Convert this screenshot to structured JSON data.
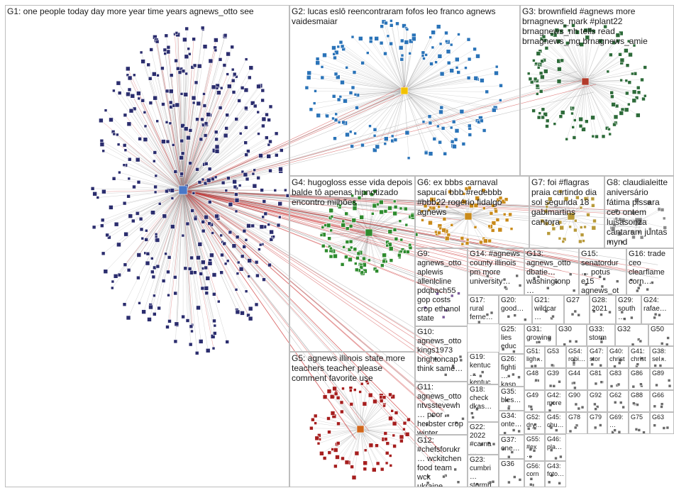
{
  "groups": [
    {
      "id": "G1",
      "label": "G1: one people today day more year time years agnews_otto see",
      "color": "#2b2d6e"
    },
    {
      "id": "G2",
      "label": "G2: lucas eslô reencontraram fofos leo franco agnews vaidesmaiar",
      "color": "#2a73b8"
    },
    {
      "id": "G3",
      "label": "G3: brownfield #agnews more brnagnews_mark #plant22 brnagnews_nh tells read brnagnews_mg brnagnews_amie",
      "color": "#2e6b3a"
    },
    {
      "id": "G4",
      "label": "G4: hugogloss esse vida depois balde tô apenas hipnotizado encontro milhões",
      "color": "#2e8b2e"
    },
    {
      "id": "G5",
      "label": "G5: agnews illinois state more teachers teacher please comment favorite use",
      "color": "#a61e1e"
    },
    {
      "id": "G6",
      "label": "G6: ex bbbs carnaval sapucaí bbb #redebbb #bbb22 rogério fidalgo agnews",
      "color": "#c98a1a"
    },
    {
      "id": "G7",
      "label": "G7: foi #flagras praia curtindo dia sol segunda 18 gabimartins cantora",
      "color": "#b89a3a"
    },
    {
      "id": "G8",
      "label": "G8: claudialeitte aniversário fátima pissara ceo ontem luisasonza cantaram juntas mynd",
      "color": "#8a8a8a"
    },
    {
      "id": "G9",
      "label": "G9: agnews_otto aplewis allenlcline pdqbach55 gop costs crop ethanol state",
      "color": "#7a5a9a"
    },
    {
      "id": "G10",
      "label": "G10: agnews_otto kings1973 brightoncap think same…",
      "color": "#6a6a6a"
    },
    {
      "id": "G11",
      "label": "G11: agnews_otto ntvsstevewh… poor herbster crop winter…",
      "color": "#6a6a6a"
    },
    {
      "id": "G12",
      "label": "G12: #chefsforukr… wckitchen food team wck ukraine…",
      "color": "#6a6a6a"
    },
    {
      "id": "G13",
      "label": "G13: agnews_otto dbatie… washingtonp…",
      "color": "#6a6a6a"
    },
    {
      "id": "G14",
      "label": "G14: #agnews county illinois pm more university…",
      "color": "#6a6a6a"
    },
    {
      "id": "G15",
      "label": "G15: senatordur… potus e15 agnews_ot…",
      "color": "#6a6a6a"
    },
    {
      "id": "G16",
      "label": "G16: trade ceo clearflame corn…",
      "color": "#6a6a6a"
    },
    {
      "id": "G17",
      "label": "G17: rural ferne…",
      "color": "#6a6a6a"
    },
    {
      "id": "G18",
      "label": "G18: check dkas…",
      "color": "#6a6a6a"
    },
    {
      "id": "G19",
      "label": "G19: kentuc… kentuc…",
      "color": "#6a6a6a"
    },
    {
      "id": "G20",
      "label": "G20: good…",
      "color": "#6a6a6a"
    },
    {
      "id": "G21",
      "label": "G21: wildcar…",
      "color": "#6a6a6a"
    },
    {
      "id": "G22",
      "label": "G22: 2022 #carna…",
      "color": "#6a6a6a"
    },
    {
      "id": "G23",
      "label": "G23: cumbri… stormh…",
      "color": "#6a6a6a"
    },
    {
      "id": "G24",
      "label": "G24: rafae…",
      "color": "#6a6a6a"
    },
    {
      "id": "G25",
      "label": "G25: lies educ…",
      "color": "#6a6a6a"
    },
    {
      "id": "G26",
      "label": "G26: fighti… kasp…",
      "color": "#6a6a6a"
    },
    {
      "id": "G27",
      "label": "G27",
      "color": "#6a6a6a"
    },
    {
      "id": "G28",
      "label": "G28: 2021",
      "color": "#6a6a6a"
    },
    {
      "id": "G29",
      "label": "G29: south…",
      "color": "#6a6a6a"
    },
    {
      "id": "G30",
      "label": "G30",
      "color": "#6a6a6a"
    },
    {
      "id": "G31",
      "label": "G31: growing",
      "color": "#6a6a6a"
    },
    {
      "id": "G32",
      "label": "G32",
      "color": "#6a6a6a"
    },
    {
      "id": "G33",
      "label": "G33: storm…",
      "color": "#6a6a6a"
    },
    {
      "id": "G34",
      "label": "G34: onte…",
      "color": "#6a6a6a"
    },
    {
      "id": "G35",
      "label": "G35: bles…",
      "color": "#6a6a6a"
    },
    {
      "id": "G36",
      "label": "G36",
      "color": "#6a6a6a"
    },
    {
      "id": "G37",
      "label": "G37: one…",
      "color": "#6a6a6a"
    },
    {
      "id": "G38",
      "label": "G38: sel…",
      "color": "#6a6a6a"
    },
    {
      "id": "G39",
      "label": "G39",
      "color": "#6a6a6a"
    },
    {
      "id": "G40",
      "label": "G40: christ…",
      "color": "#6a6a6a"
    },
    {
      "id": "G41",
      "label": "G41: christ…",
      "color": "#6a6a6a"
    },
    {
      "id": "G42",
      "label": "G42: more",
      "color": "#6a6a6a"
    },
    {
      "id": "G43",
      "label": "G43: foto…",
      "color": "#6a6a6a"
    },
    {
      "id": "G44",
      "label": "G44",
      "color": "#6a6a6a"
    },
    {
      "id": "G45",
      "label": "G45: chu…",
      "color": "#6a6a6a"
    },
    {
      "id": "G46",
      "label": "G46: pla…",
      "color": "#6a6a6a"
    },
    {
      "id": "G47",
      "label": "G47: stor…",
      "color": "#6a6a6a"
    },
    {
      "id": "G48",
      "label": "G48",
      "color": "#6a6a6a"
    },
    {
      "id": "G49",
      "label": "G49",
      "color": "#6a6a6a"
    },
    {
      "id": "G50",
      "label": "G50",
      "color": "#6a6a6a"
    },
    {
      "id": "G51",
      "label": "G51: ligh…",
      "color": "#6a6a6a"
    },
    {
      "id": "G52",
      "label": "G52: dry…",
      "color": "#6a6a6a"
    },
    {
      "id": "G53",
      "label": "G53",
      "color": "#6a6a6a"
    },
    {
      "id": "G54",
      "label": "G54: robi…",
      "color": "#6a6a6a"
    },
    {
      "id": "G55",
      "label": "G55: #ex…",
      "color": "#6a6a6a"
    },
    {
      "id": "G56",
      "label": "G56: corn",
      "color": "#6a6a6a"
    },
    {
      "id": "G62",
      "label": "G62",
      "color": "#6a6a6a"
    },
    {
      "id": "G63",
      "label": "G63",
      "color": "#6a6a6a"
    },
    {
      "id": "G66",
      "label": "G66",
      "color": "#6a6a6a"
    },
    {
      "id": "G69",
      "label": "G69:…",
      "color": "#6a6a6a"
    },
    {
      "id": "G75",
      "label": "G75",
      "color": "#6a6a6a"
    },
    {
      "id": "G78",
      "label": "G78",
      "color": "#6a6a6a"
    },
    {
      "id": "G79",
      "label": "G79",
      "color": "#6a6a6a"
    },
    {
      "id": "G81",
      "label": "G81",
      "color": "#6a6a6a"
    },
    {
      "id": "G83",
      "label": "G83",
      "color": "#6a6a6a"
    },
    {
      "id": "G86",
      "label": "G86",
      "color": "#6a6a6a"
    },
    {
      "id": "G88",
      "label": "G88",
      "color": "#6a6a6a"
    },
    {
      "id": "G89",
      "label": "G89",
      "color": "#6a6a6a"
    },
    {
      "id": "G90",
      "label": "G90",
      "color": "#6a6a6a"
    },
    {
      "id": "G92",
      "label": "G92",
      "color": "#6a6a6a"
    }
  ],
  "colors": {
    "edge_grey": "#9a9a9a",
    "edge_red": "#c81e1e",
    "box_border": "#bdbdbd"
  }
}
